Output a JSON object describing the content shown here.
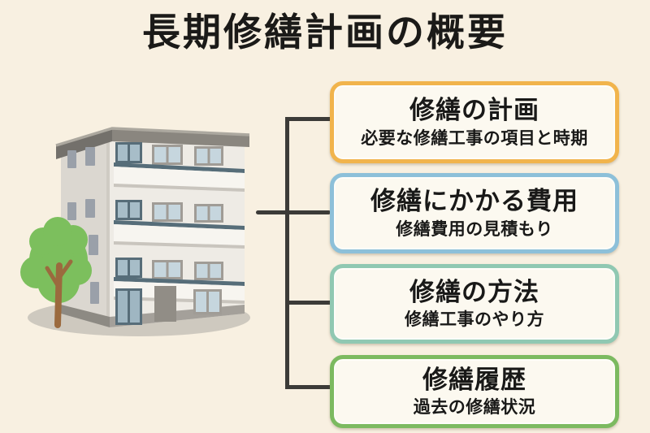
{
  "page": {
    "background_color": "#f8f0e1",
    "title": "長期修繕計画の概要",
    "title_color": "#1b1a18"
  },
  "diagram": {
    "connector_color": "#3c3b38",
    "box_fill_color": "#fcf9f0",
    "boxes": [
      {
        "id": "plan",
        "title": "修繕の計画",
        "subtitle": "必要な修繕工事の項目と時期",
        "border_color": "#f1b44c"
      },
      {
        "id": "cost",
        "title": "修繕にかかる費用",
        "subtitle": "修繕費用の見積もり",
        "border_color": "#8dc0d9"
      },
      {
        "id": "method",
        "title": "修繕の方法",
        "subtitle": "修繕工事のやり方",
        "border_color": "#90c8b2"
      },
      {
        "id": "history",
        "title": "修繕履歴",
        "subtitle": "過去の修繕状況",
        "border_color": "#7cba60"
      }
    ],
    "illustration": {
      "name": "apartment-building-with-tree",
      "front_wall_color": "#eeebe5",
      "side_wall_color": "#dbd7d0",
      "roof_color": "#73706b",
      "roof_front_color": "#8a867f",
      "balcony_rail_color": "#566d79",
      "balcony_body_color": "#f7f5f0",
      "window_glass_color": "#c6d6de",
      "dark_window_glass_color": "#a7bdc8",
      "side_window_color": "#9aa0a9",
      "tree_canopy_color": "#7cbf5d",
      "tree_trunk_color": "#9b6a3e",
      "ground_shadow_color": "#c7c2b8"
    }
  }
}
